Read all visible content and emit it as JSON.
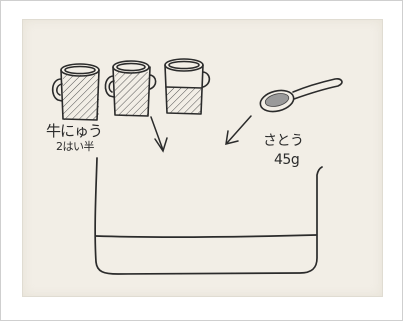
{
  "labels": {
    "milk_name": "牛にゅう",
    "milk_amount": "2はい半",
    "sugar_name": "さとう",
    "sugar_amount": "45g"
  },
  "colors": {
    "paper": "#f2eee6",
    "ink": "#2b2b2b",
    "frame": "#cfcfcf"
  },
  "icons": [
    "cup-icon",
    "spoon-icon",
    "arrow-icon",
    "pot-icon"
  ]
}
